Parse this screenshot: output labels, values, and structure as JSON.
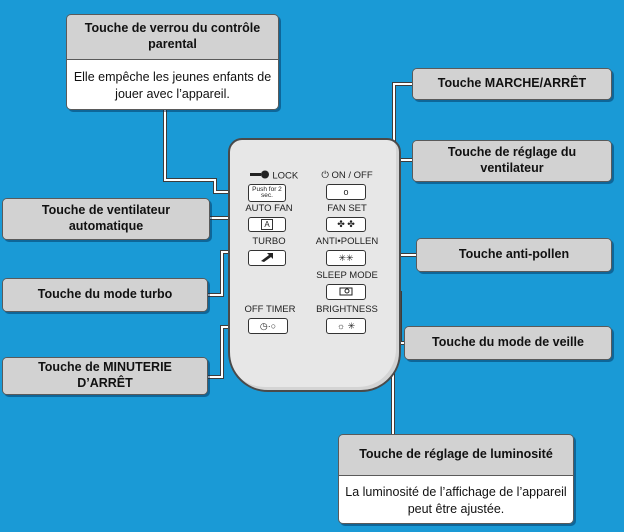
{
  "callouts": {
    "parental_lock": {
      "title": "Touche de verrou du contrôle parental",
      "description": "Elle empêche les jeunes enfants de jouer avec l’appareil."
    },
    "on_off": {
      "title": "Touche MARCHE/ARRÊT"
    },
    "fan_setting": {
      "title": "Touche de réglage du ventilateur"
    },
    "auto_fan": {
      "title": "Touche de ventilateur automatique"
    },
    "anti_pollen": {
      "title": "Touche anti-pollen"
    },
    "turbo": {
      "title": "Touche du mode turbo"
    },
    "sleep": {
      "title": "Touche du mode de veille"
    },
    "off_timer": {
      "title": "Touche de MINUTERIE D’ARRÊT"
    },
    "brightness": {
      "title": "Touche de réglage de luminosité",
      "description": "La luminosité de l’affichage de l’appareil peut être ajustée."
    }
  },
  "remote": {
    "lock_label": "LOCK",
    "lock_button_text": "Push for 2 sec.",
    "on_off_label": "ON / OFF",
    "on_off_button_text": "o",
    "auto_fan_label": "AUTO FAN",
    "auto_fan_button_text": "A",
    "fan_set_label": "FAN SET",
    "turbo_label": "TURBO",
    "anti_pollen_label": "ANTI•POLLEN",
    "sleep_mode_label": "SLEEP MODE",
    "off_timer_label": "OFF TIMER",
    "brightness_label": "BRIGHTNESS"
  },
  "colors": {
    "background": "#1a9ad6",
    "callout_header": "#d2d2d2",
    "callout_body": "#ffffff",
    "line": "#ffffff"
  }
}
